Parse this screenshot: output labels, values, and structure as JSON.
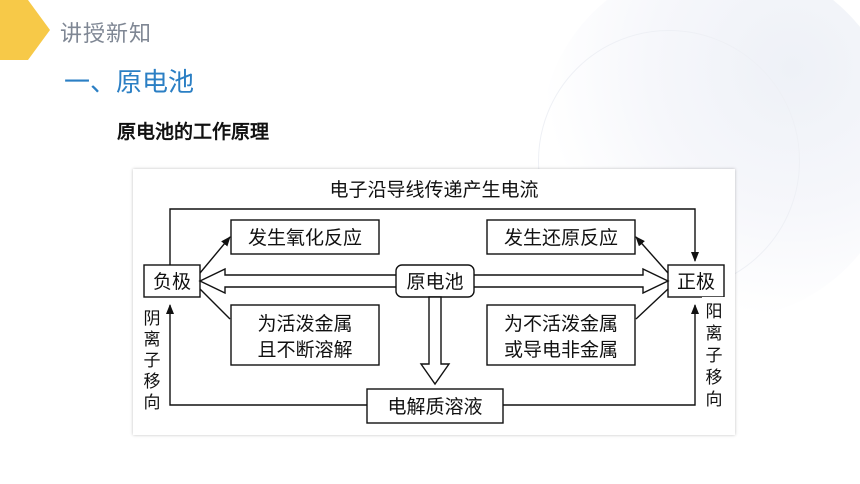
{
  "header": {
    "section_tag": "讲授新知"
  },
  "main": {
    "heading": "一、原电池",
    "subheading": "原电池的工作原理"
  },
  "diagram": {
    "electron_flow": "电子沿导线传递产生电流",
    "center": "原电池",
    "negative_electrode": "负极",
    "positive_electrode": "正极",
    "negative_reaction": "发生氧化反应",
    "positive_reaction": "发生还原反应",
    "negative_material": [
      "为活泼金属",
      "且不断溶解"
    ],
    "positive_material": [
      "为不活泼金属",
      "或导电非金属"
    ],
    "electrolyte": "电解质溶液",
    "cation_migration": [
      "阳",
      "离",
      "子",
      "移",
      "向"
    ],
    "anion_migration": [
      "阴",
      "离",
      "子",
      "移",
      "向"
    ]
  },
  "colors": {
    "accent": "#2b7fc4",
    "chevron": "#f7c948",
    "section_tag": "#7f8794"
  }
}
